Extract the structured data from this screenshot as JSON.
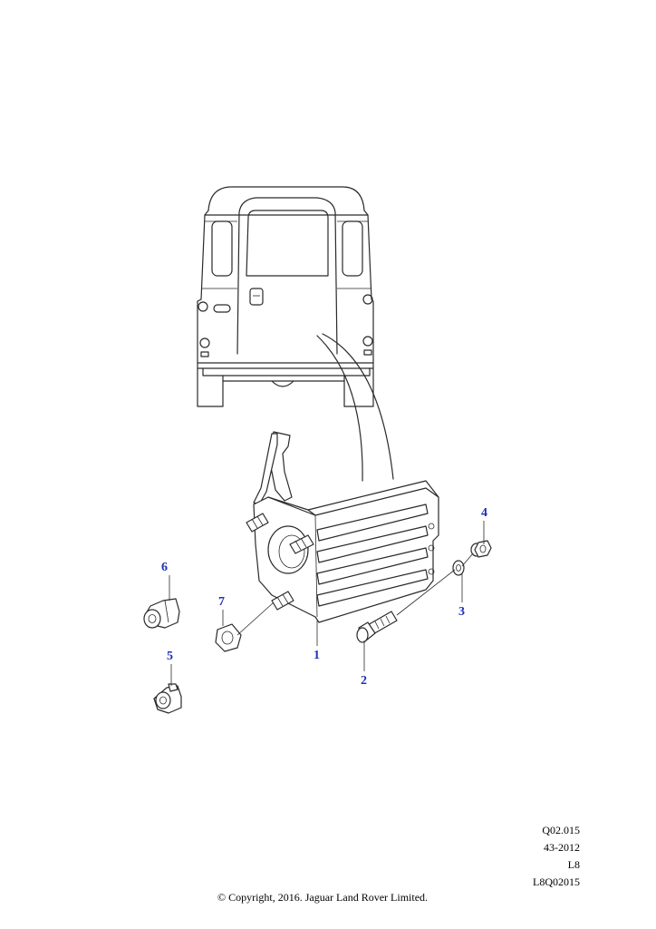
{
  "callouts": [
    {
      "id": "1",
      "label": "1"
    },
    {
      "id": "2",
      "label": "2"
    },
    {
      "id": "3",
      "label": "3"
    },
    {
      "id": "4",
      "label": "4"
    },
    {
      "id": "5",
      "label": "5"
    },
    {
      "id": "6",
      "label": "6"
    },
    {
      "id": "7",
      "label": "7"
    }
  ],
  "reference": {
    "line1": "Q02.015",
    "line2": "43-2012",
    "line3": "L8",
    "line4": "L8Q02015"
  },
  "copyright": "© Copyright, 2016. Jaguar Land Rover Limited.",
  "colors": {
    "callout": "#1f2fb8",
    "line": "#2a2a2a",
    "background": "#ffffff"
  }
}
